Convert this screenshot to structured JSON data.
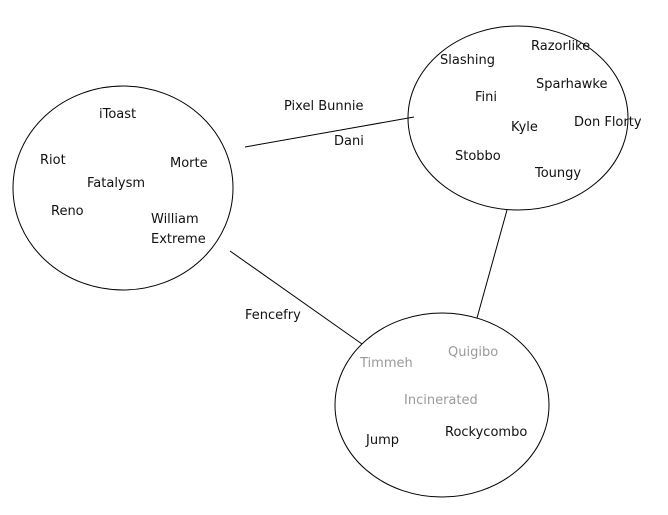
{
  "groups": {
    "left": {
      "members": [
        "iToast",
        "Riot",
        "Morte",
        "Fatalysm",
        "Reno",
        "William",
        "Extreme"
      ]
    },
    "top_right": {
      "members": [
        "Slashing",
        "Razorlike",
        "Sparhawke",
        "Fini",
        "Kyle",
        "Don Florty",
        "Stobbo",
        "Toungy"
      ]
    },
    "bottom": {
      "members": [
        "Timmeh",
        "Quigibo",
        "Incinerated",
        "Jump",
        "Rockycombo"
      ],
      "faded_members": [
        "Timmeh",
        "Quigibo",
        "Incinerated"
      ]
    }
  },
  "connections": {
    "left_to_top_right": [
      "Pixel Bunnie",
      "Dani"
    ],
    "left_to_bottom": [
      "Fencefry"
    ],
    "top_right_to_bottom": []
  },
  "colors": {
    "text": "#111111",
    "faded_text": "#9a9a9a",
    "lines": "#000000",
    "background": "#ffffff"
  }
}
